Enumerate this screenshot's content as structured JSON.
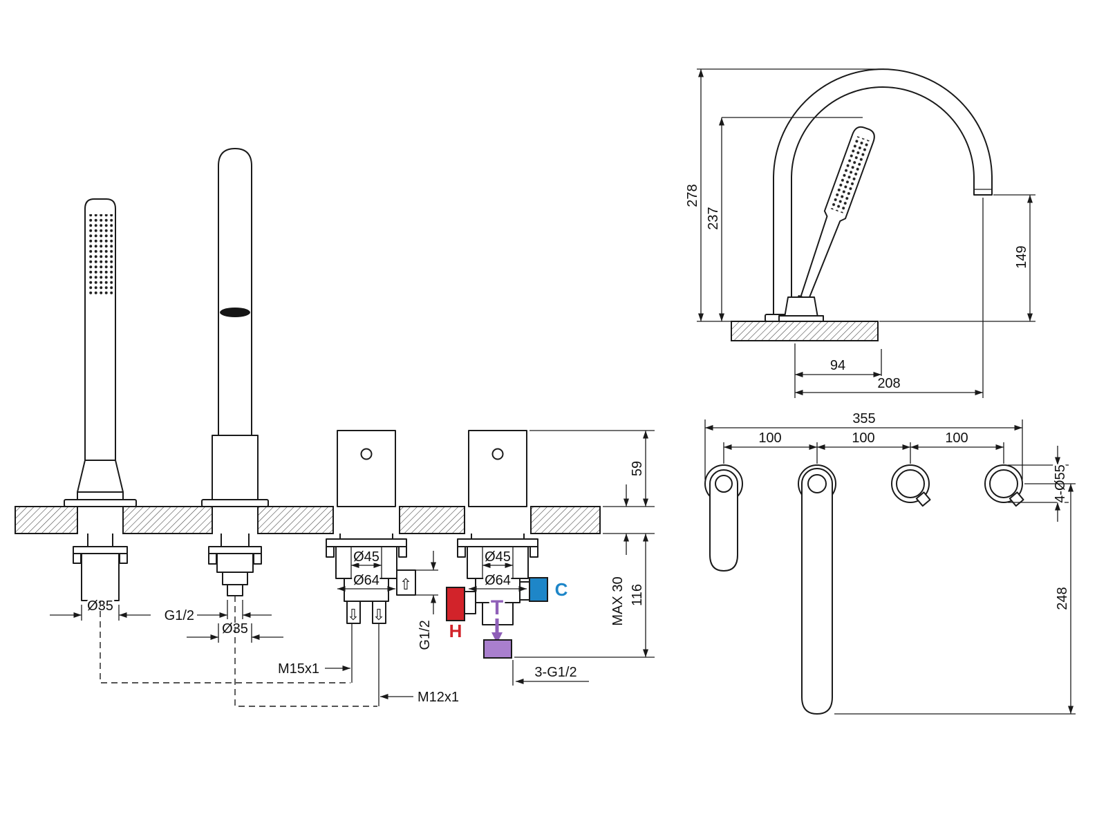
{
  "colors": {
    "line": "#1a1a1a",
    "hot": "#d2232a",
    "cold": "#1e86c8",
    "temp": "#8f5fb8",
    "temp_fill": "#a97fce"
  },
  "icons": {
    "flow_up": "⇧",
    "flow_down": "⇩"
  },
  "front_view": {
    "handshower": {
      "hose_dia": "Ø35"
    },
    "spout": {
      "connection_thread": "G1/2",
      "dia": "Ø35"
    },
    "valve1": {
      "body_dia": "Ø45",
      "flange_dia": "Ø64",
      "outlet_thread": "G1/2",
      "handshower_port_thread": "M15x1",
      "spout_port_thread": "M12x1"
    },
    "valve2": {
      "body_dia": "Ø45",
      "flange_dia": "Ø64",
      "hot_label": "H",
      "cold_label": "C",
      "temp_label": "T",
      "inlet_thread": "3-G1/2"
    },
    "dims": {
      "height_above_deck": "59",
      "deck_thickness": "MAX 30",
      "depth_below_deck": "116"
    }
  },
  "side_view": {
    "dims": {
      "spout_height": "278",
      "handshower_height": "237",
      "outlet_height": "149",
      "reach_mid": "94",
      "reach_total": "208"
    }
  },
  "plan_view": {
    "dims": {
      "overall_width": "355",
      "hole_spacing_1": "100",
      "hole_spacing_2": "100",
      "hole_spacing_3": "100",
      "hole_dia": "4-Ø55",
      "spout_reach": "248"
    }
  }
}
